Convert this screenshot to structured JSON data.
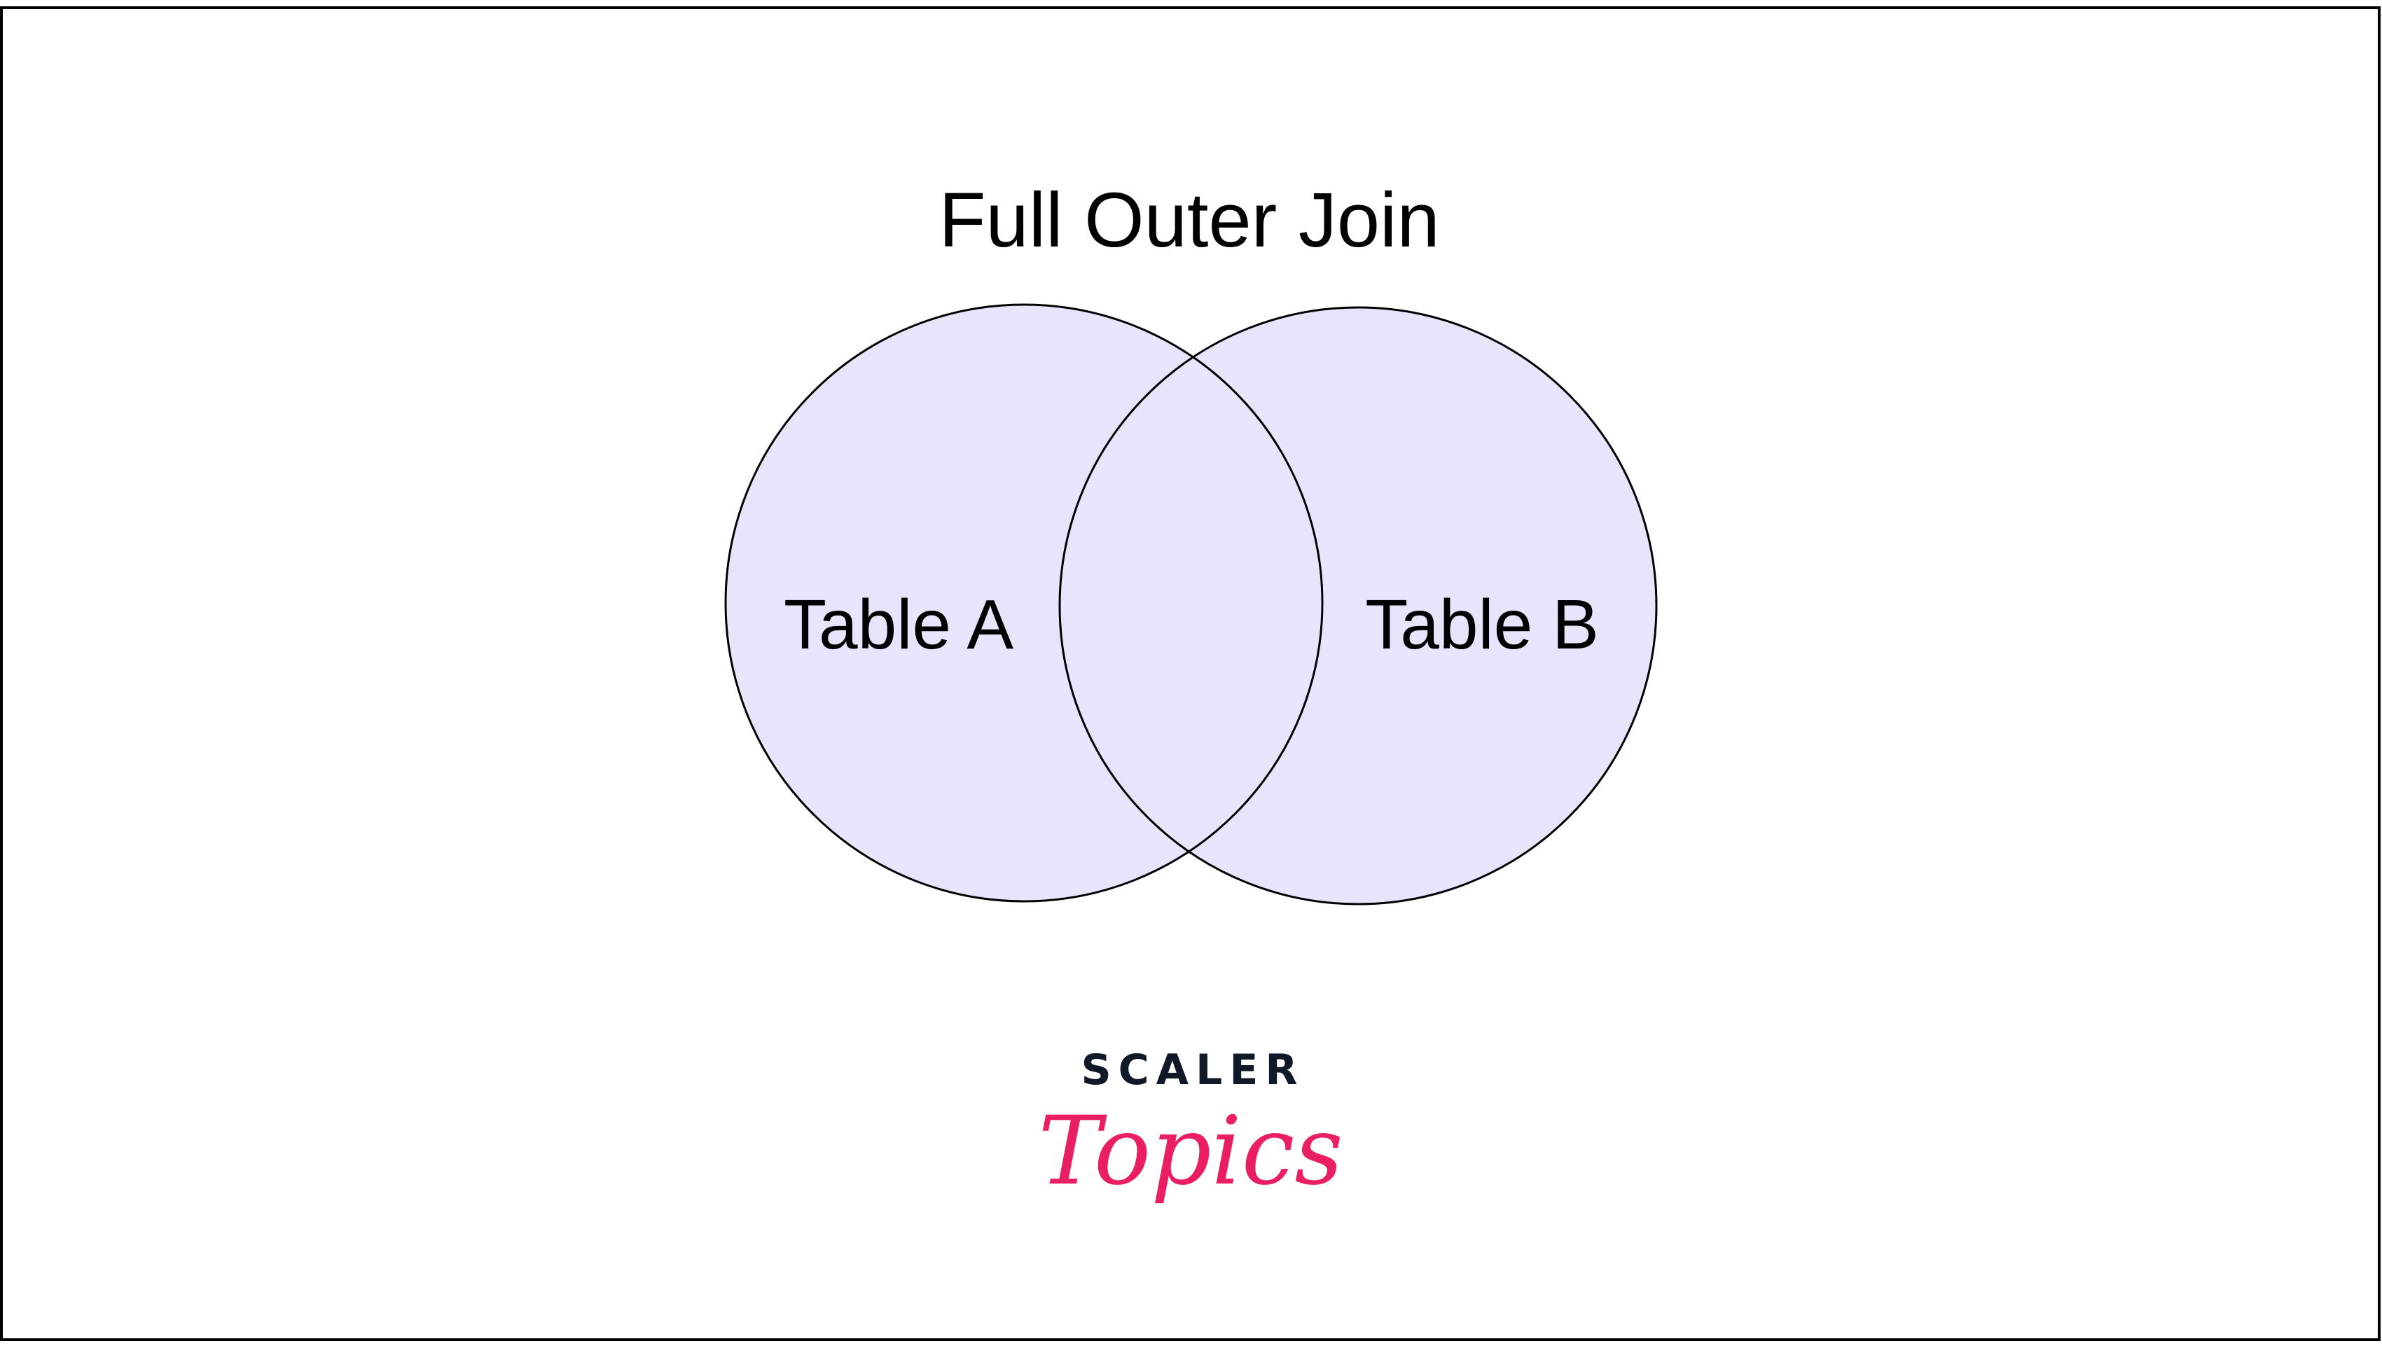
{
  "diagram": {
    "title": "Full Outer Join",
    "sets": [
      {
        "label": "Table A"
      },
      {
        "label": "Table B"
      }
    ],
    "fill_color": "#e8e4fc",
    "stroke_color": "#000000"
  },
  "logo": {
    "line1": "SCALER",
    "line2": "Topics",
    "line1_color": "#111827",
    "line2_color": "#e91e63"
  }
}
